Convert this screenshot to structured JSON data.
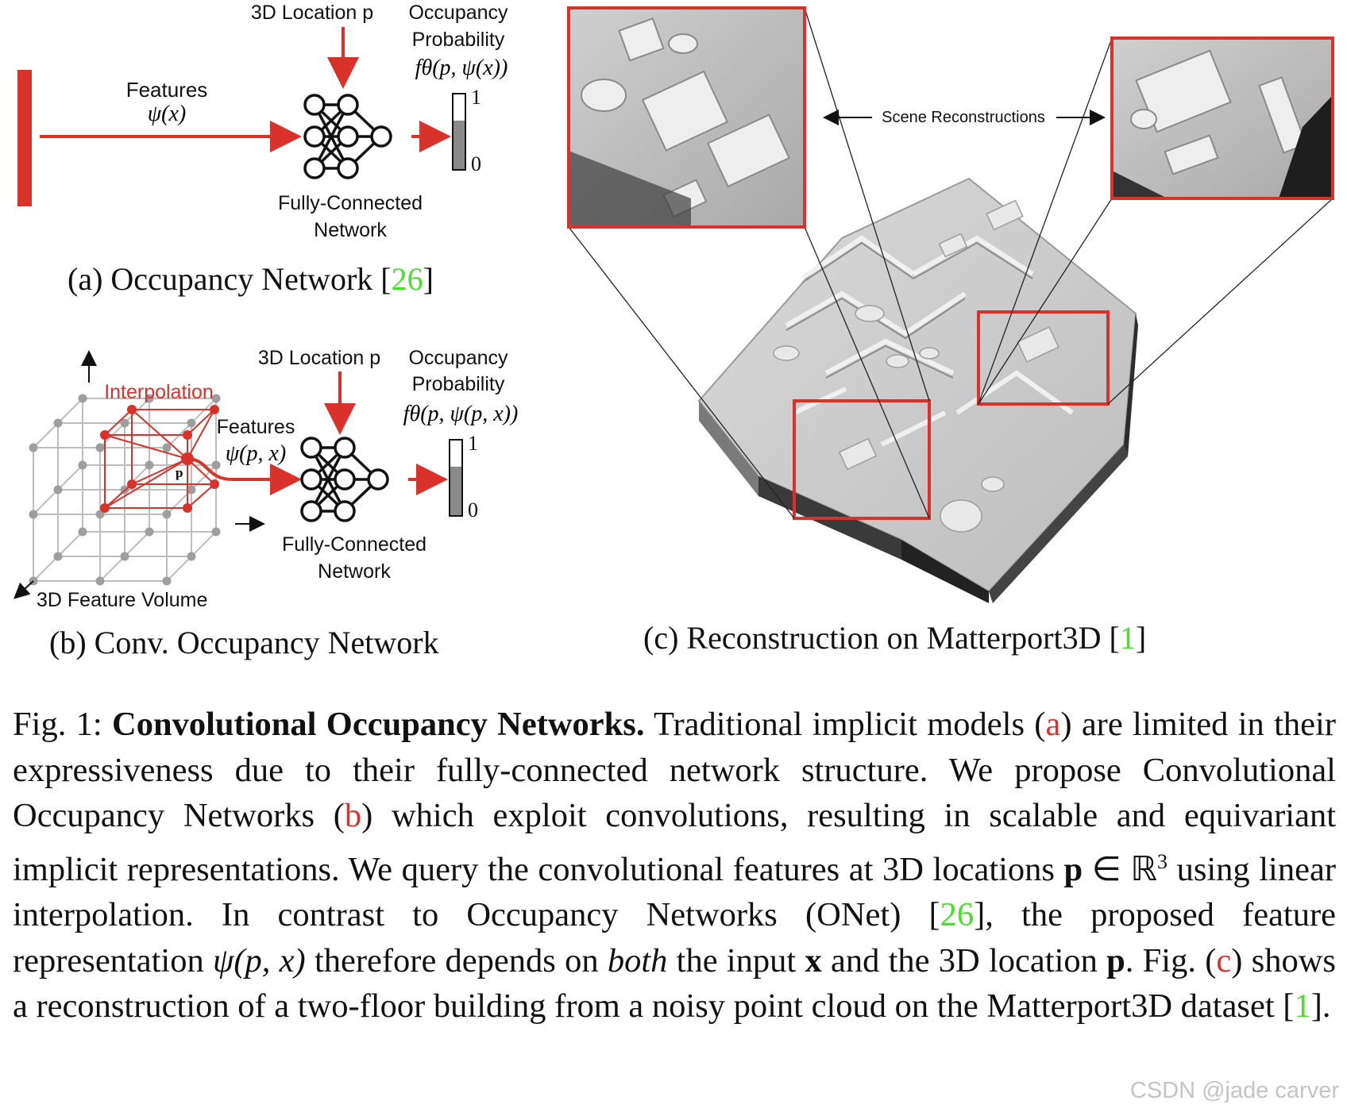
{
  "panel_a": {
    "input_label": "Features",
    "input_math": "ψ(x)",
    "location_label": "3D Location p",
    "output_label_1": "Occupancy",
    "output_label_2": "Probability",
    "output_math": "fθ(p, ψ(x))",
    "bar_top": "1",
    "bar_bottom": "0",
    "bar_fill_fraction": 0.65,
    "network_label_1": "Fully-Connected",
    "network_label_2": "Network",
    "caption_prefix": "(a) Occupancy Network [",
    "caption_cite": "26",
    "caption_suffix": "]"
  },
  "panel_b": {
    "interpolation_label": "Interpolation",
    "point_label": "p",
    "features_label": "Features",
    "features_math": "ψ(p, x)",
    "location_label": "3D Location p",
    "output_label_1": "Occupancy",
    "output_label_2": "Probability",
    "output_math": "fθ(p, ψ(p, x))",
    "bar_top": "1",
    "bar_bottom": "0",
    "bar_fill_fraction": 0.65,
    "network_label_1": "Fully-Connected",
    "network_label_2": "Network",
    "volume_label": "3D Feature Volume",
    "caption_text": "(b) Conv. Occupancy Network"
  },
  "panel_c": {
    "scene_label": "Scene Reconstructions",
    "caption_prefix": "(c) Reconstruction on Matterport3D [",
    "caption_cite": "1",
    "caption_suffix": "]"
  },
  "figure_caption": {
    "fig_label": "Fig. 1:",
    "title": "Convolutional Occupancy Networks.",
    "s1": "Traditional implicit models (",
    "ref_a": "a",
    "s2": ") are limited in their expressiveness due to their fully-connected network structure. We propose Convolutional Occupancy Networks (",
    "ref_b": "b",
    "s3": ") which exploit convolutions, resulting in scalable and equivariant implicit representations. We query the convolutional features at 3D locations ",
    "p1": "p",
    "in_R": " ∈ ℝ",
    "sup3": "3",
    "s4": " using linear interpolation. In contrast to Occupancy Networks (ONet) [",
    "cite26": "26",
    "s5": "], the proposed feature representation ",
    "psi": "ψ(p, x)",
    "s6": " therefore depends on ",
    "both": "both",
    "s7": " the input ",
    "x": "x",
    "s8": " and the 3D location ",
    "p2": "p",
    "s9": ". Fig. (",
    "ref_c": "c",
    "s10": ") shows a reconstruction of a two-floor building from a noisy point cloud on the Matterport3D dataset [",
    "cite1": "1",
    "s11": "]."
  },
  "watermark": "CSDN @jade carver",
  "colors": {
    "accent_red": "#d8322a",
    "citation_green": "#47e02a"
  }
}
